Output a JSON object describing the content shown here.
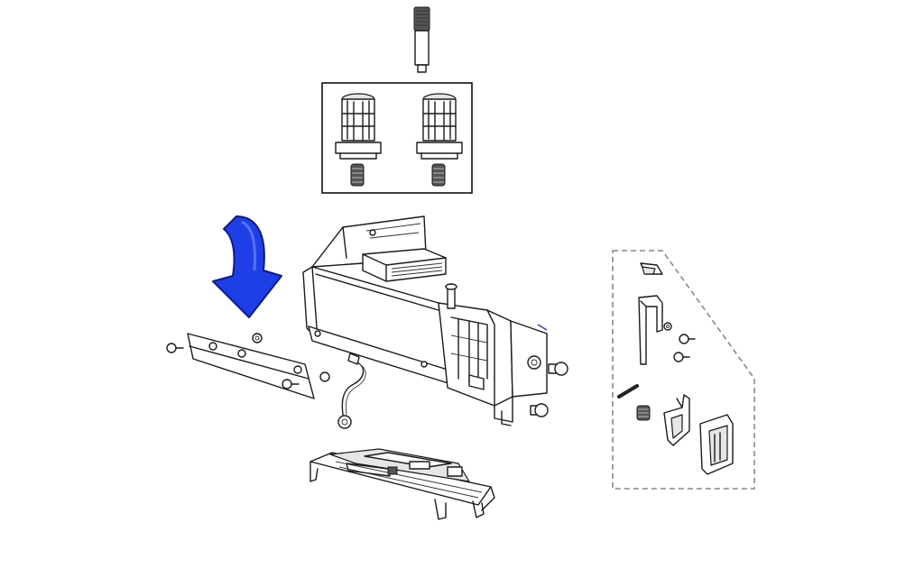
{
  "diagram": {
    "colors": {
      "arrow": "#1f3fe6",
      "arrow_outline": "#0a1a8a",
      "line": "#1a1a1a",
      "group_border": "#888888"
    },
    "parts": [
      "top-pin",
      "knob-pair-box",
      "printhead-bracket-assembly",
      "front-plate",
      "ground-wire",
      "printhead-base",
      "latch-kit-group"
    ],
    "icons": [
      "down-arrow-icon"
    ]
  }
}
